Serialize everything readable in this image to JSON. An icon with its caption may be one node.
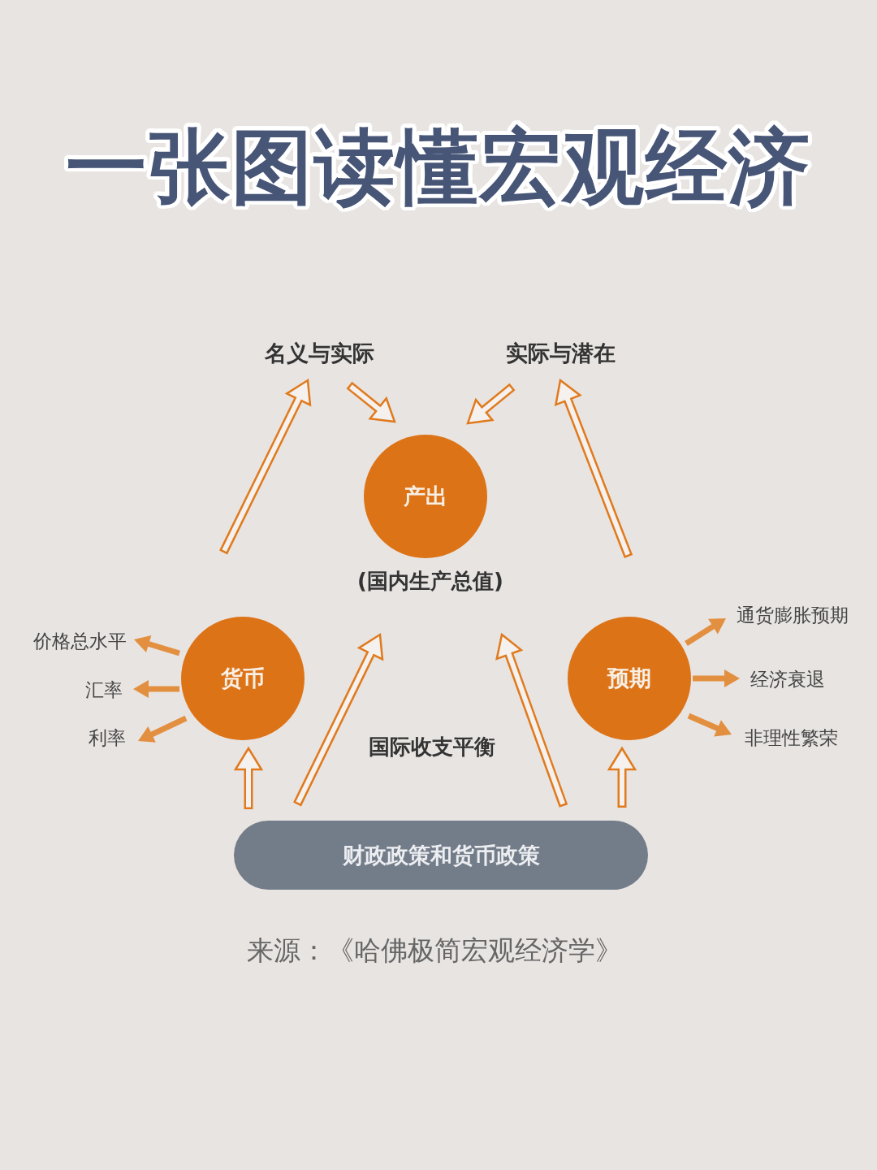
{
  "diagram": {
    "title": "一张图读懂宏观经济",
    "caption": "来源：《哈佛极简宏观经济学》",
    "nodes": [
      {
        "text": [
          "名义与实际"
        ]
      },
      {
        "text": [
          "实际与潜在"
        ]
      },
      {
        "text": [
          "产出"
        ],
        "beside": [
          "(国内生产总值)"
        ]
      },
      {
        "text": [
          "货币"
        ]
      },
      {
        "text": [
          "预期"
        ]
      },
      {
        "text": [
          "价格总水平"
        ]
      },
      {
        "text": [
          "汇率"
        ]
      },
      {
        "text": [
          "利率"
        ]
      },
      {
        "text": [
          "通货膨胀预期"
        ]
      },
      {
        "text": [
          "经济衰退"
        ]
      },
      {
        "text": [
          "非理性繁荣"
        ]
      },
      {
        "text": [
          "财政政策和货币政策"
        ]
      }
    ],
    "edges": [
      {
        "from": 3,
        "to": 0,
        "arrow": "to"
      },
      {
        "from": 0,
        "to": 2,
        "arrow": "to"
      },
      {
        "from": 1,
        "to": 2,
        "arrow": "to"
      },
      {
        "from": 4,
        "to": 1,
        "arrow": "to"
      },
      {
        "from": 11,
        "to": 3,
        "arrow": "to"
      },
      {
        "from": 11,
        "to": 2,
        "arrow": "to"
      },
      {
        "from": 11,
        "to": 2,
        "arrow": "to"
      },
      {
        "from": 11,
        "to": 4,
        "arrow": "to"
      },
      {
        "from": 3,
        "to": 5,
        "arrow": "to",
        "color": "#e38f40"
      },
      {
        "from": 3,
        "to": 6,
        "arrow": "to",
        "color": "#e38f40"
      },
      {
        "from": 3,
        "to": 7,
        "arrow": "to",
        "color": "#e38f40"
      },
      {
        "from": 4,
        "to": 8,
        "arrow": "to",
        "color": "#e38f40"
      },
      {
        "from": 4,
        "to": 9,
        "arrow": "to",
        "color": "#e38f40"
      },
      {
        "from": 4,
        "to": 10,
        "arrow": "to",
        "color": "#e38f40"
      }
    ],
    "labels": [
      "国际收支平衡"
    ]
  }
}
